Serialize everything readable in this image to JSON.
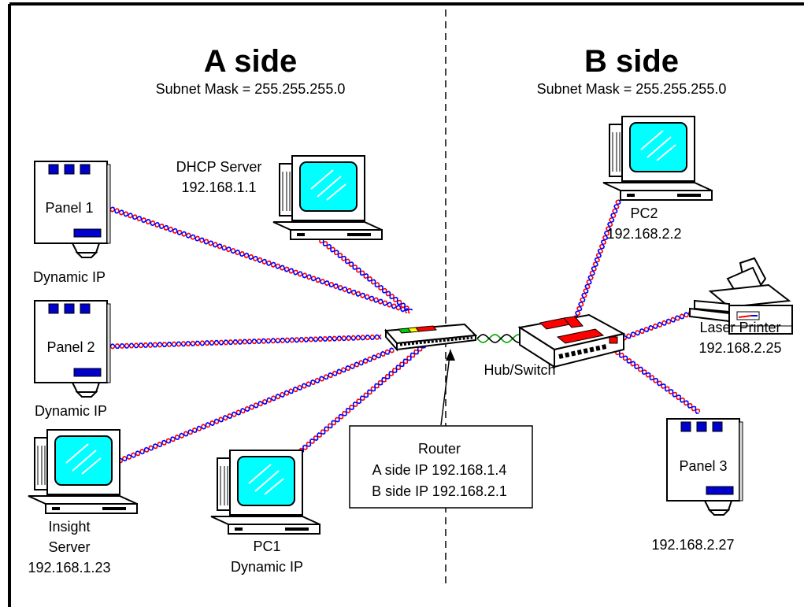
{
  "a_side": {
    "title": "A side",
    "subnet": "Subnet Mask = 255.255.255.0"
  },
  "b_side": {
    "title": "B side",
    "subnet": "Subnet Mask = 255.255.255.0"
  },
  "devices": {
    "panel1": {
      "name": "Panel 1",
      "ip": "Dynamic IP"
    },
    "panel2": {
      "name": "Panel 2",
      "ip": "Dynamic IP"
    },
    "panel3": {
      "name": "Panel 3",
      "ip": "192.168.2.27"
    },
    "dhcp": {
      "name": "DHCP Server",
      "ip": "192.168.1.1"
    },
    "insight": {
      "name_line1": "Insight",
      "name_line2": "Server",
      "ip": "192.168.1.23"
    },
    "pc1": {
      "name": "PC1",
      "ip": "Dynamic IP"
    },
    "pc2": {
      "name": "PC2",
      "ip": "192.168.2.2"
    },
    "printer": {
      "name": "Laser Printer",
      "ip": "192.168.2.25"
    },
    "hub": {
      "name": "Hub/Switch"
    }
  },
  "router_callout": {
    "title": "Router",
    "a_ip": "A side IP 192.168.1.4",
    "b_ip": "B side IP 192.168.2.1"
  },
  "colors": {
    "cable_red": "#ff0000",
    "cable_blue": "#0000ff",
    "cable_green": "#00aa00",
    "screen": "#00ffff",
    "panel_led": "#0000cc",
    "router_red": "#ff0000",
    "router_yellow": "#ffff00",
    "router_green": "#00cc00"
  }
}
